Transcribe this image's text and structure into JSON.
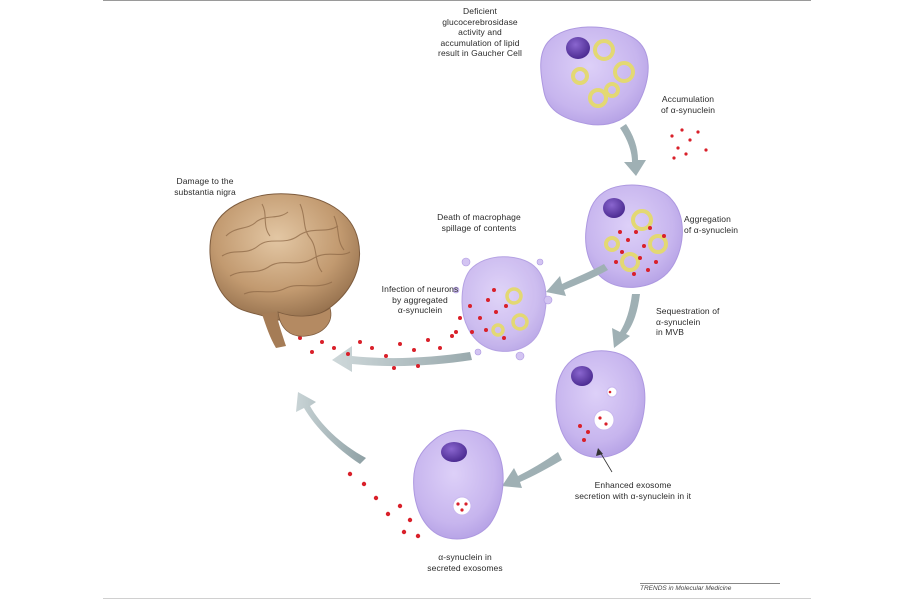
{
  "labels": {
    "gaucher_cell": "Deficient\nglucocerebrosidase\nactivity and\naccumulation of lipid\nresult in Gaucher Cell",
    "accumulation": "Accumulation\nof α-synuclein",
    "aggregation": "Aggregation\nof α-synuclein",
    "sequestration": "Sequestration of\nα-synuclein\nin MVB",
    "exosome_secretion": "Enhanced exosome\nsecretion with α-synuclein in it",
    "secreted_exosomes": "α-synuclein in\nsecreted exosomes",
    "macrophage_death": "Death of macrophage\nspillage of contents",
    "infection": "Infection of neurons\nby aggregated\nα-synuclein",
    "brain_damage": "Damage to the\nsubstantia nigra"
  },
  "credit": "TRENDS in Molecular Medicine",
  "colors": {
    "cell_fill": "#c9b8ee",
    "cell_edge": "#ad98e0",
    "nucleus": "#5b3aa6",
    "lipid_ring": "#e3d873",
    "synuclein": "#d9202a",
    "arrow": "#9fb0b4",
    "brain": "#c8a27a"
  }
}
